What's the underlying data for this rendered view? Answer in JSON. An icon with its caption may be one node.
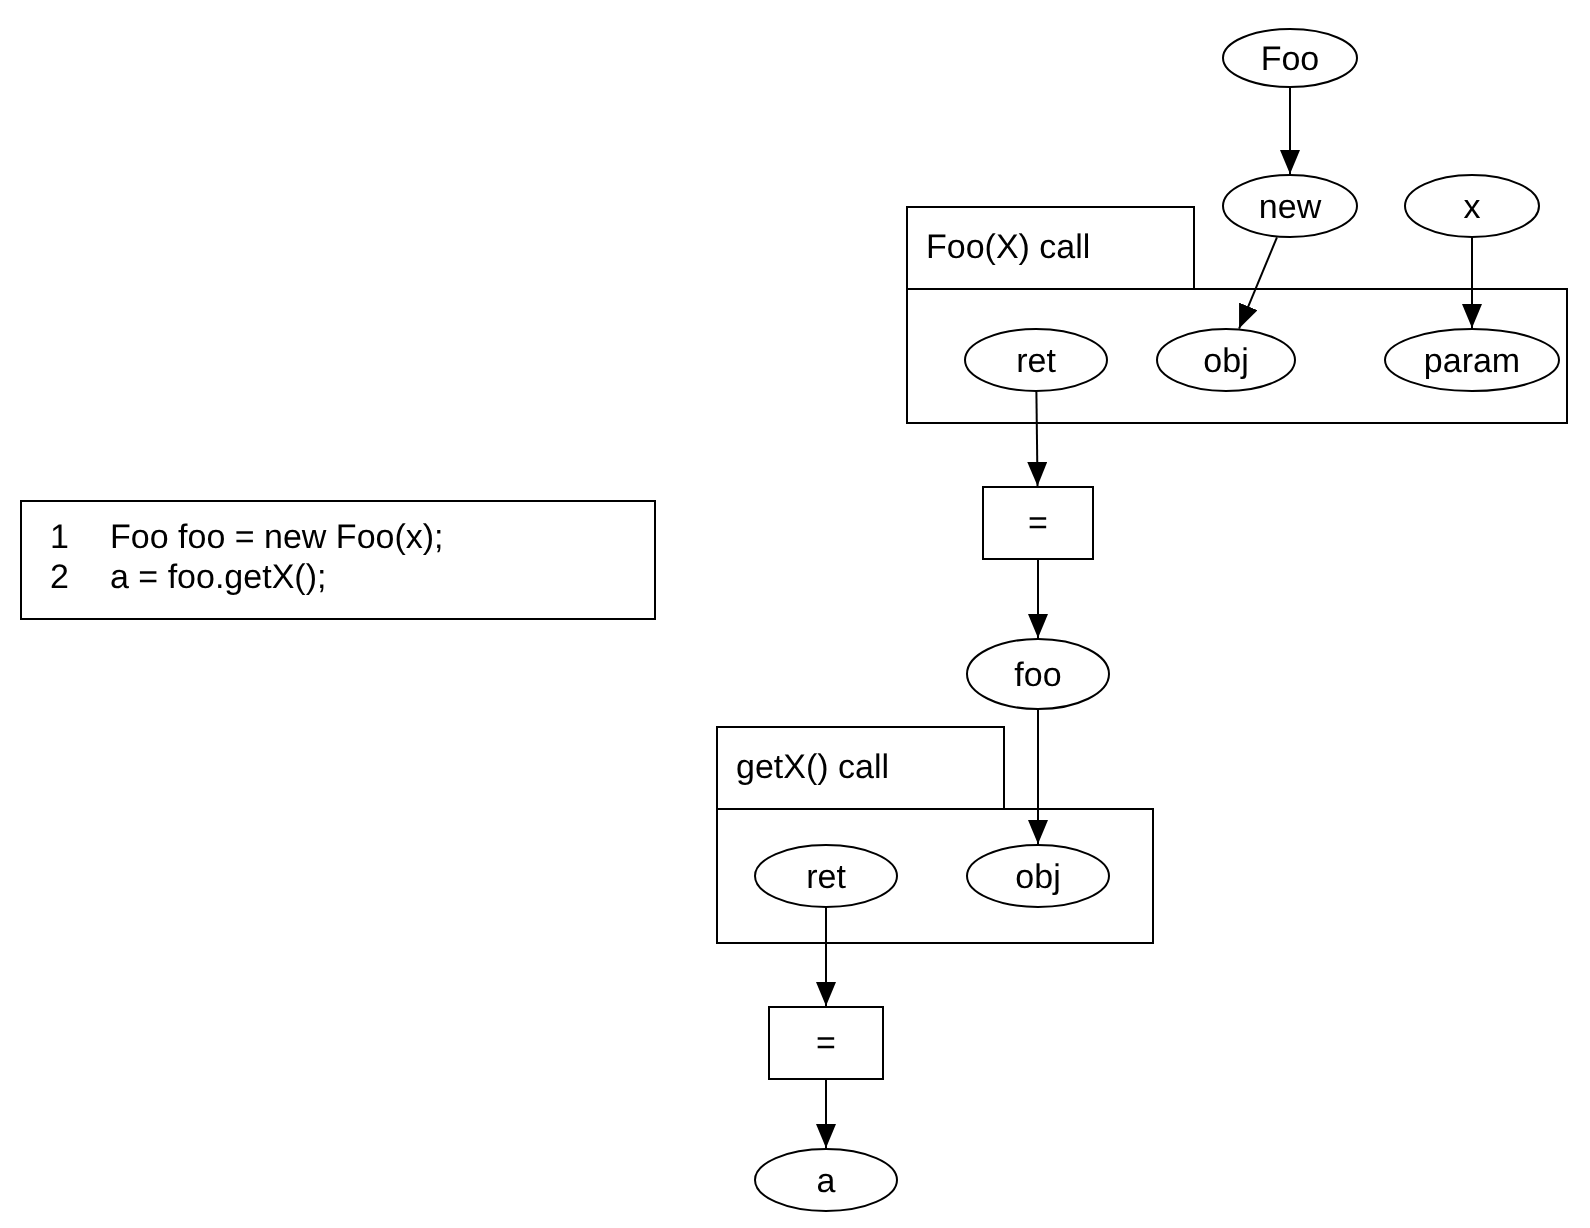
{
  "diagram": {
    "nodes": [
      {
        "text": [
          "1",
          "Foo foo = new Foo(x);",
          "2",
          "a = foo.getX();"
        ]
      },
      {
        "text": [
          "Foo"
        ]
      },
      {
        "text": [
          "new"
        ]
      },
      {
        "text": [
          "x"
        ]
      },
      {
        "text": [
          "Foo(X) call"
        ]
      },
      {
        "text": [
          "ret"
        ],
        "in": 4
      },
      {
        "text": [
          "obj"
        ],
        "in": 4
      },
      {
        "text": [
          "param"
        ],
        "in": 4
      },
      {
        "text": [
          "="
        ]
      },
      {
        "text": [
          "foo"
        ]
      },
      {
        "text": [
          "getX() call"
        ]
      },
      {
        "text": [
          "ret"
        ],
        "in": 10
      },
      {
        "text": [
          "obj"
        ],
        "in": 10
      },
      {
        "text": [
          "="
        ]
      },
      {
        "text": [
          "a"
        ]
      }
    ],
    "edges": [
      {
        "from": 1,
        "to": 2,
        "arrow": "to"
      },
      {
        "from": 2,
        "to": 6,
        "arrow": "to"
      },
      {
        "from": 3,
        "to": 7,
        "arrow": "to"
      },
      {
        "from": 5,
        "to": 8,
        "arrow": "to"
      },
      {
        "from": 8,
        "to": 9,
        "arrow": "to"
      },
      {
        "from": 9,
        "to": 12,
        "arrow": "to"
      },
      {
        "from": 11,
        "to": 13,
        "arrow": "to"
      },
      {
        "from": 13,
        "to": 14,
        "arrow": "to"
      }
    ]
  }
}
